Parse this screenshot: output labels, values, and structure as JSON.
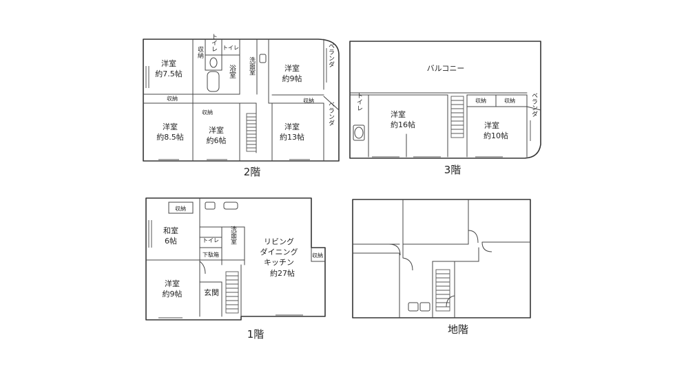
{
  "floors": {
    "f2": {
      "label": "2階",
      "rooms": {
        "r1": {
          "name": "洋室",
          "size": "約7.5帖"
        },
        "storage_a": "収納",
        "toilet_a": "トイレ",
        "toilet_b": "トイレ",
        "wash": "洗面室",
        "bath": "浴室",
        "r2": {
          "name": "洋室",
          "size": "約9帖"
        },
        "veranda_a": "ベランダ",
        "storage_b": "収納",
        "storage_c": "収納",
        "storage_d": "収納",
        "r3": {
          "name": "洋室",
          "size": "約8.5帖"
        },
        "r4": {
          "name": "洋室",
          "size": "約6帖"
        },
        "r5": {
          "name": "洋室",
          "size": "約13帖"
        },
        "veranda_b": "ベランダ"
      }
    },
    "f3": {
      "label": "3階",
      "rooms": {
        "balcony": "バルコニー",
        "toilet": "トイレ",
        "r1": {
          "name": "洋室",
          "size": "約16帖"
        },
        "storage_a": "収納",
        "storage_b": "収納",
        "r2": {
          "name": "洋室",
          "size": "約10帖"
        },
        "veranda": "ベランダ"
      }
    },
    "f1": {
      "label": "1階",
      "rooms": {
        "storage_a": "収納",
        "washitsu": {
          "name": "和室",
          "size": "6帖"
        },
        "toilet": "トイレ",
        "wash": "洗面室",
        "shoe": "下駄箱",
        "ldk": {
          "l1": "リビング",
          "l2": "ダイニング",
          "l3": "キッチン",
          "size": "約27帖"
        },
        "storage_b": "収納",
        "r1": {
          "name": "洋室",
          "size": "約9帖"
        },
        "entrance": "玄関"
      }
    },
    "b1": {
      "label": "地階"
    }
  }
}
